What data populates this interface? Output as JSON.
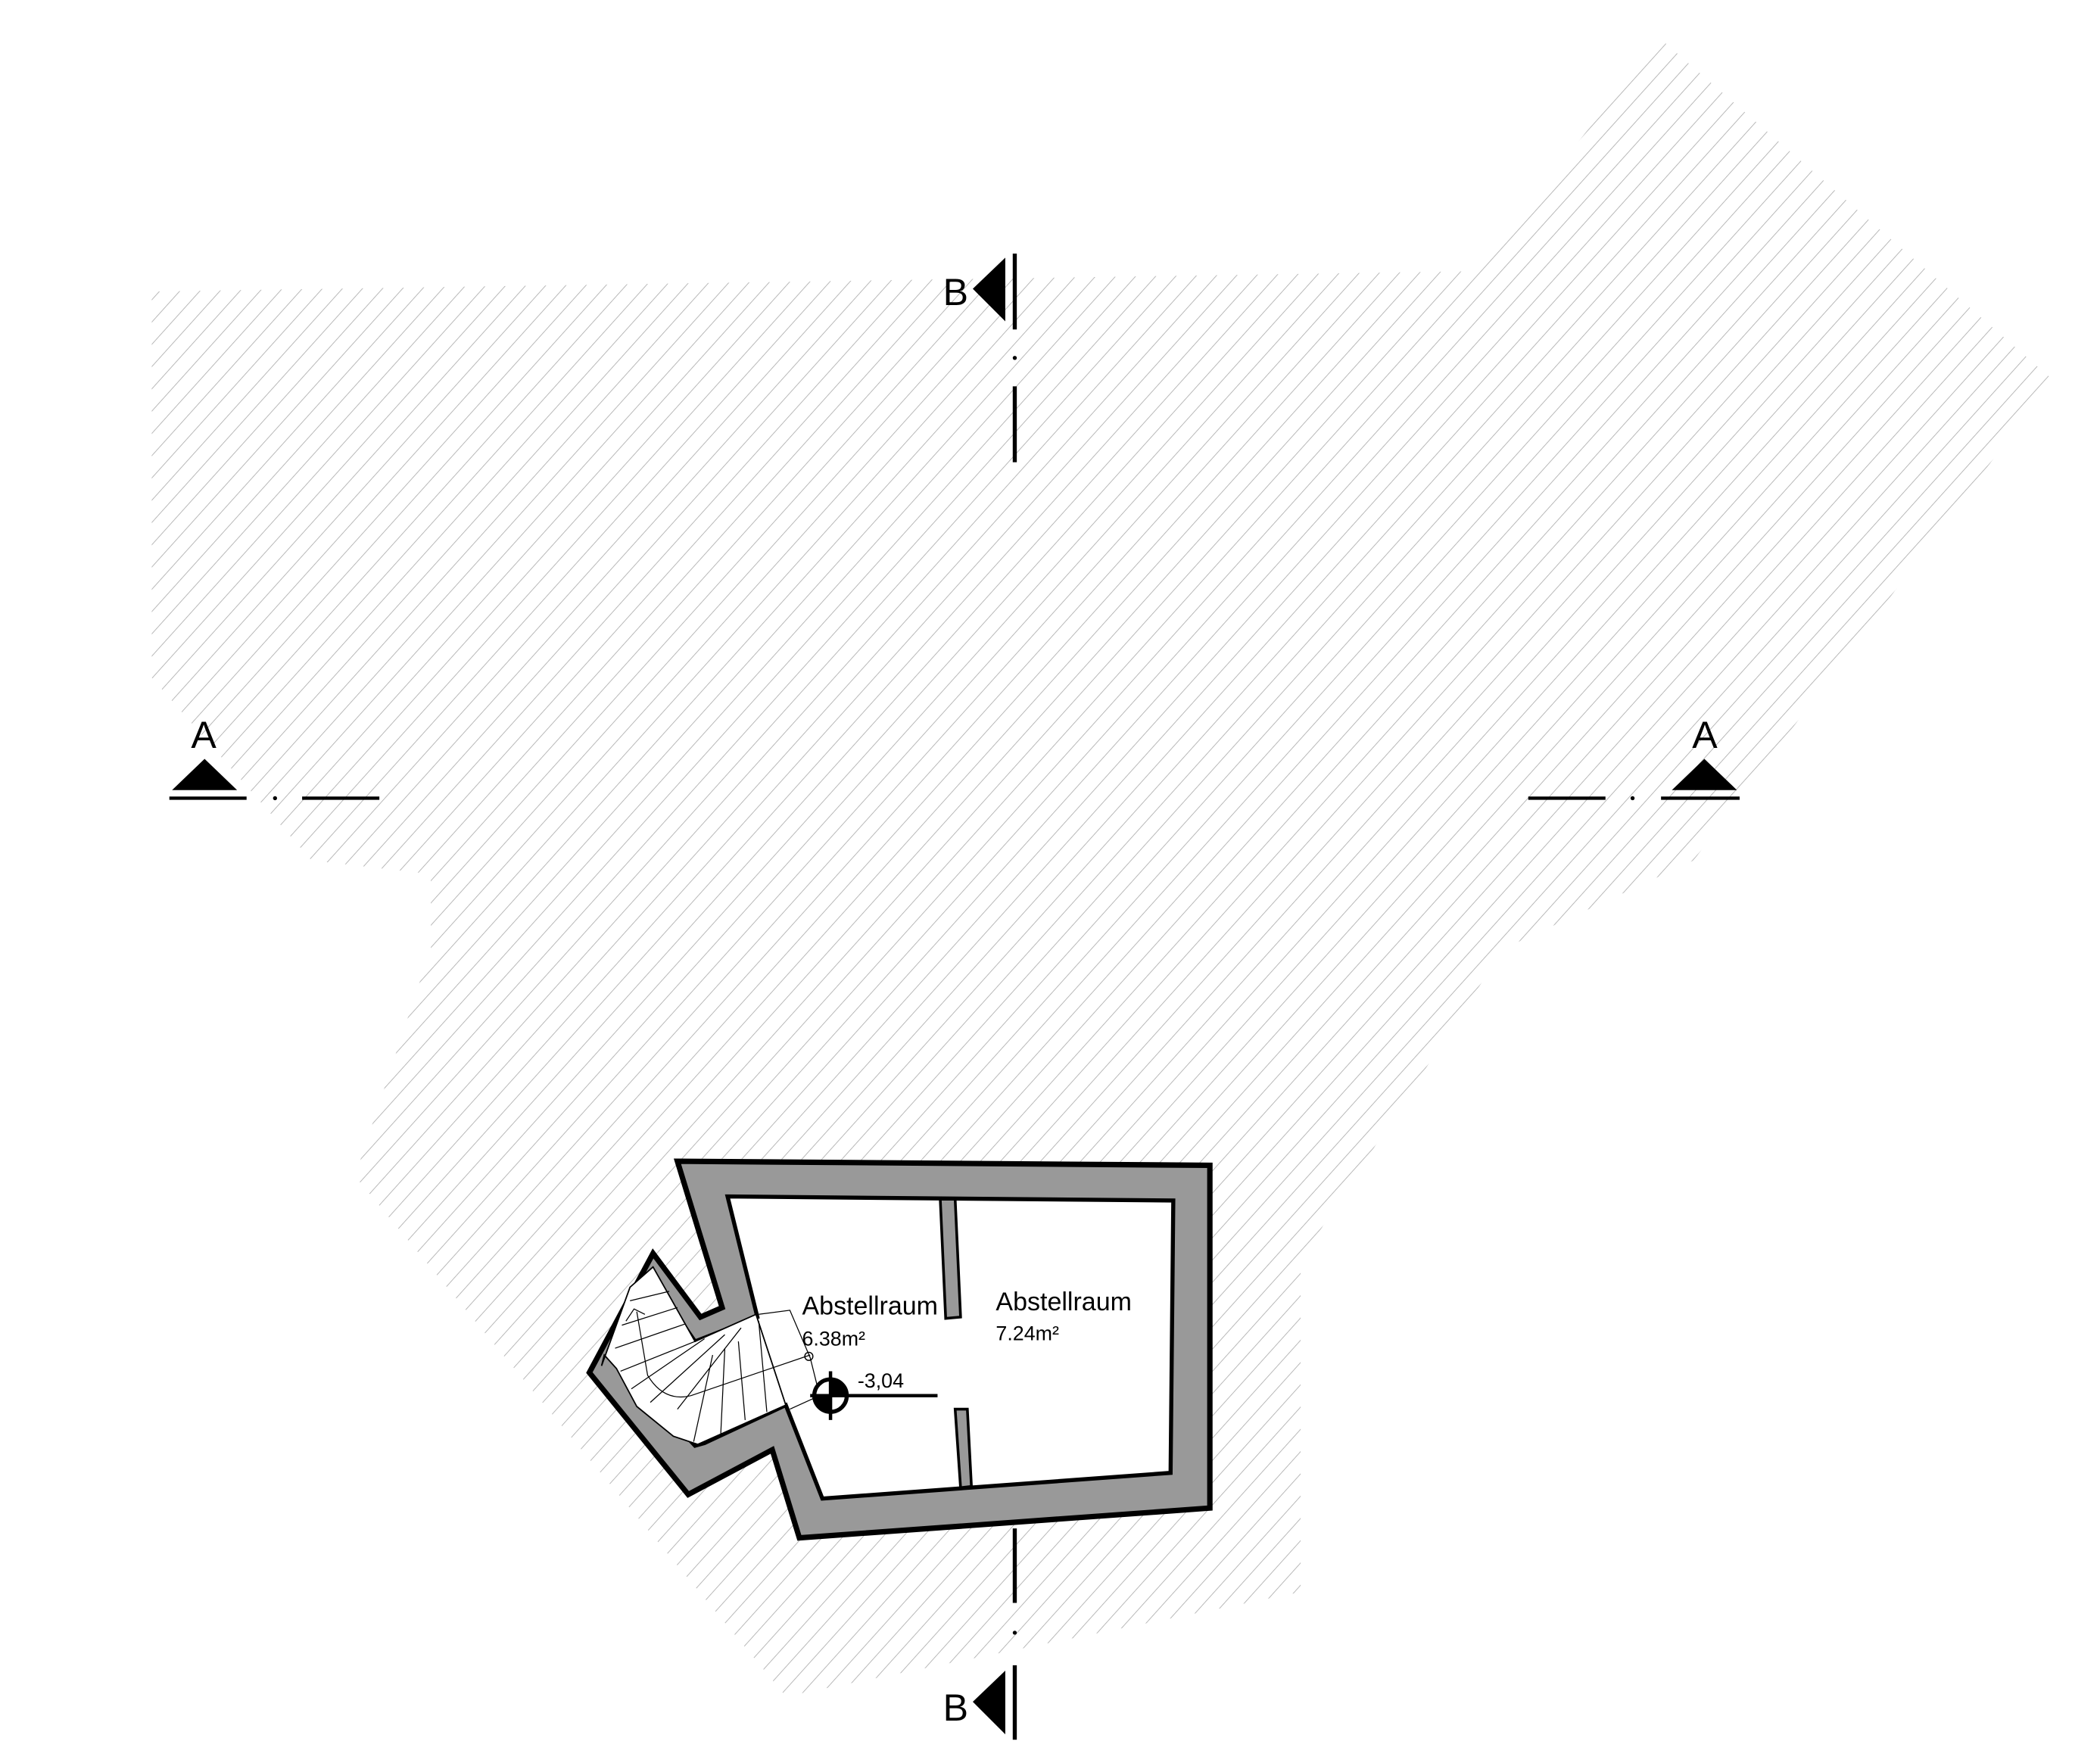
{
  "drawing": {
    "rooms": [
      {
        "name": "Abstellraum",
        "area": "6.38m²"
      },
      {
        "name": "Abstellraum",
        "area": "7.24m²"
      }
    ],
    "level": "-3,04",
    "sections": {
      "a_left": "A",
      "a_right": "A",
      "b_top": "B",
      "b_bottom": "B"
    },
    "colors": {
      "wall": "#999999",
      "hatch": "#b0b0b0",
      "line": "#000000"
    }
  }
}
